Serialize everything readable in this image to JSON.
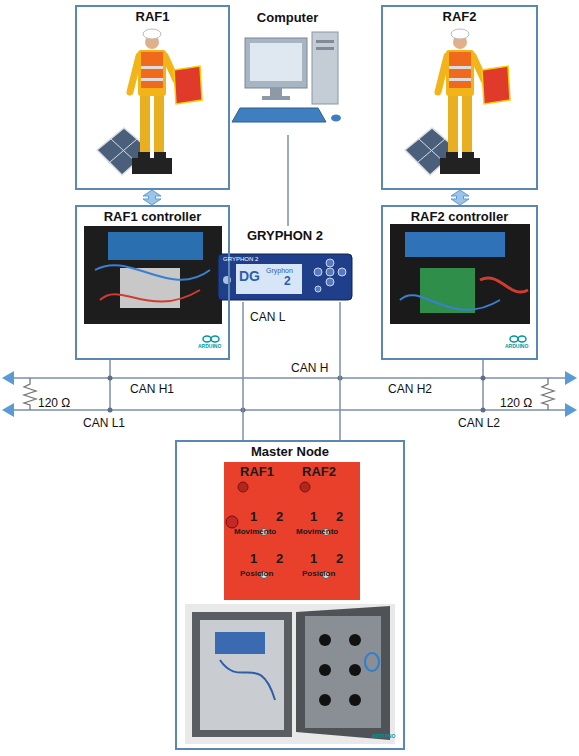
{
  "diagram": {
    "nodes": [
      {
        "text": [
          "RAF1"
        ]
      },
      {
        "text": [
          "Computer"
        ]
      },
      {
        "text": [
          "RAF2"
        ]
      },
      {
        "text": [
          "RAF1 controller"
        ]
      },
      {
        "text": [
          "GRYPHON 2"
        ]
      },
      {
        "text": [
          "RAF2 controller"
        ]
      },
      {
        "text": [
          "Master Node"
        ]
      },
      {
        "text": [
          "RAF1",
          "RAF2",
          "1",
          "2",
          "1",
          "2",
          "Movimento",
          "Movimento",
          "1",
          "2",
          "1",
          "2",
          "Posicion",
          "Posicion"
        ],
        "in": 6
      }
    ],
    "edges": [
      {
        "from": 0,
        "to": 3,
        "arrow": "both"
      },
      {
        "from": 2,
        "to": 5,
        "arrow": "both"
      },
      {
        "from": 1,
        "to": 4,
        "arrow": "none"
      },
      {
        "from": 4,
        "to": 6,
        "arrow": "none",
        "label": "CAN L"
      },
      {
        "from": 4,
        "to": 6,
        "arrow": "none",
        "label": "CAN H"
      }
    ],
    "labels": [
      "CAN H1",
      "CAN H2",
      "120 Ω",
      "120 Ω",
      "CAN L1",
      "CAN L2",
      "ARDUINO",
      "ARDUINO",
      "ARDUINO",
      "GRYPHON 2",
      "DG",
      "Gryphon",
      "2"
    ]
  }
}
